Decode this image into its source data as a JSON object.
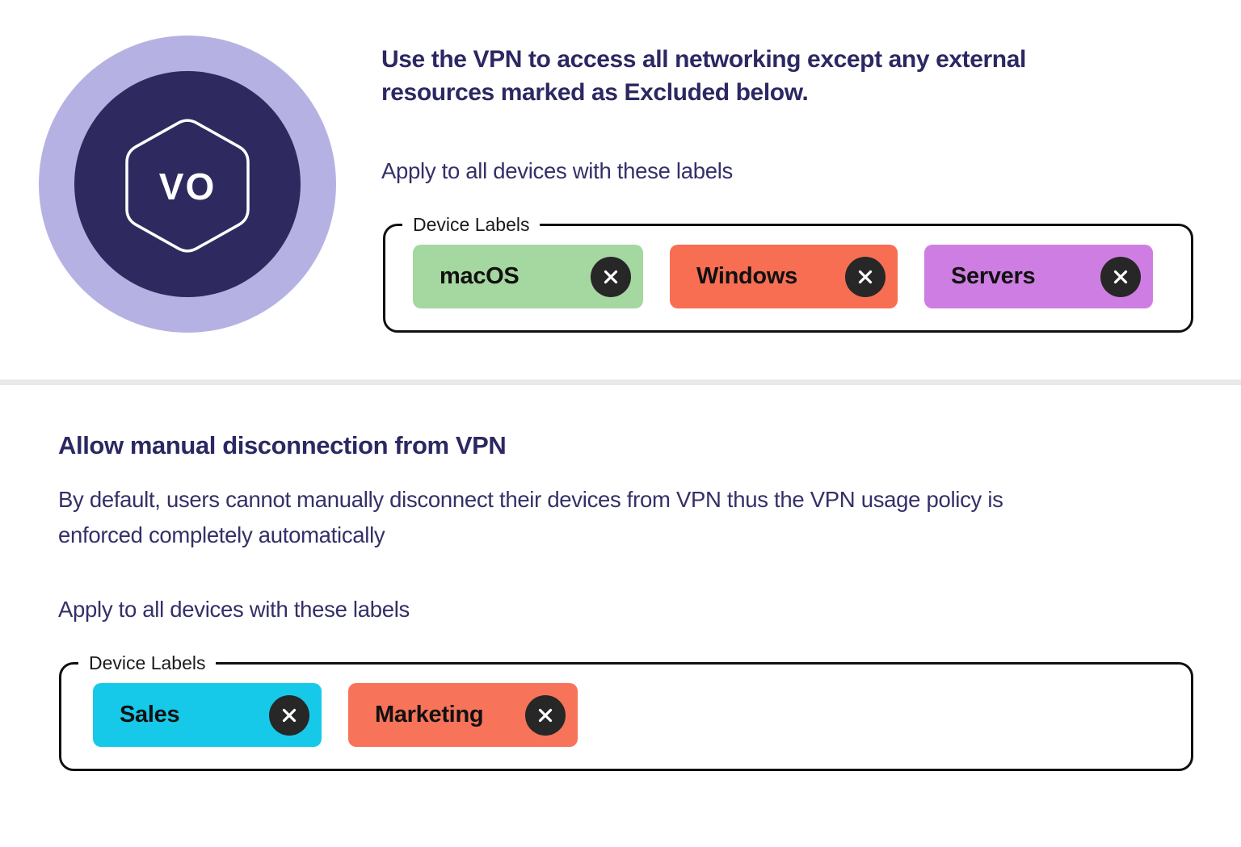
{
  "icon": {
    "initials": "VO",
    "outer_color": "#b5b2e3",
    "inner_color": "#2e2a60",
    "hexagon_stroke": "#ffffff"
  },
  "vpn_usage": {
    "heading_lines": [
      "Use the VPN to access all networking except any external",
      "resources marked as Excluded below."
    ],
    "apply_label": "Apply to all devices with these labels",
    "labels_group": {
      "legend": "Device Labels",
      "chips": [
        {
          "label": "macOS",
          "color": "#a5d7a0"
        },
        {
          "label": "Windows",
          "color": "#f76e53"
        },
        {
          "label": "Servers",
          "color": "#ce7ee2"
        }
      ]
    }
  },
  "manual_disconnect": {
    "heading": "Allow manual disconnection from VPN",
    "description_lines": [
      "By default, users cannot manually disconnect their devices from VPN thus the VPN usage policy is",
      "enforced completely automatically"
    ],
    "apply_label": "Apply to all devices with these labels",
    "labels_group": {
      "legend": "Device Labels",
      "chips": [
        {
          "label": "Sales",
          "color": "#16c9e9"
        },
        {
          "label": "Marketing",
          "color": "#f77359"
        }
      ]
    }
  },
  "colors": {
    "heading_text": "#2b2862",
    "body_text": "#333068",
    "chip_text": "#111111",
    "close_button_bg": "#272727",
    "close_button_x": "#ffffff",
    "fieldset_border": "#111111",
    "divider": "#e9e9e9"
  }
}
